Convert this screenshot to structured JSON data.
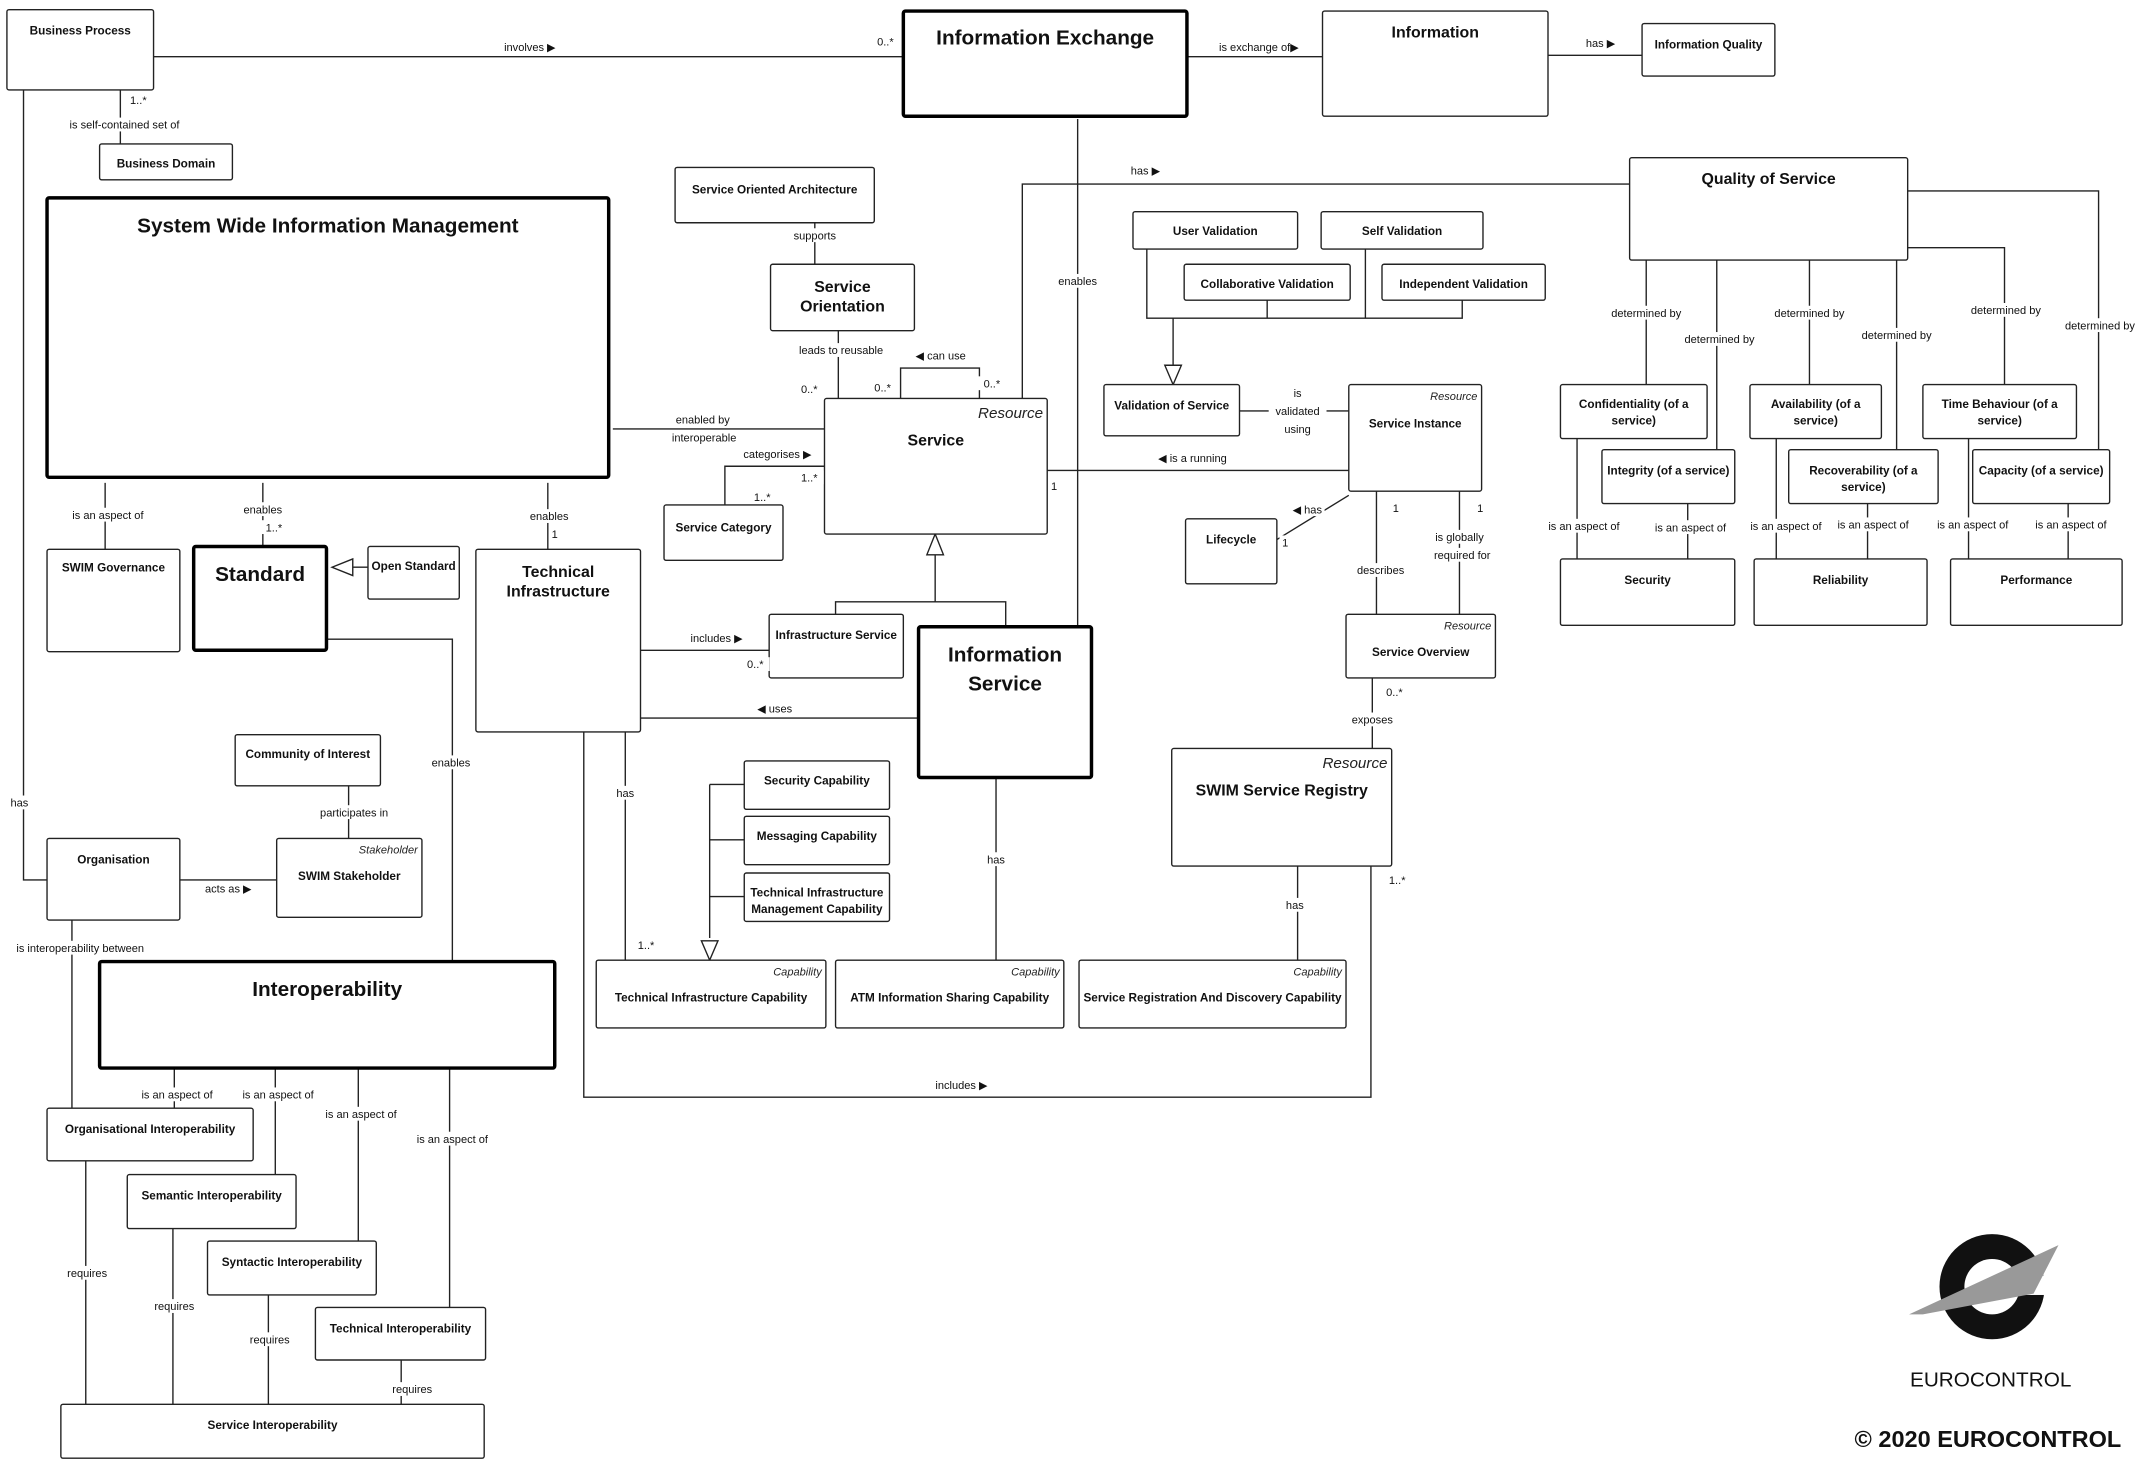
{
  "boxes": {
    "bp": {
      "label": [
        "Business Process"
      ]
    },
    "bd": {
      "label": [
        "Business Domain"
      ]
    },
    "ie": {
      "label": [
        "Information Exchange"
      ]
    },
    "info": {
      "label": [
        "Information"
      ]
    },
    "iq": {
      "label": [
        "Information Quality"
      ]
    },
    "swim": {
      "label": [
        "System Wide Information Management"
      ]
    },
    "soa": {
      "label": [
        "Service Oriented Architecture"
      ]
    },
    "so": {
      "label": [
        "Service",
        "Orientation"
      ]
    },
    "svc": {
      "label": [
        "Service"
      ],
      "stereotype": "Resource"
    },
    "scat": {
      "label": [
        "Service Category"
      ]
    },
    "gov": {
      "label": [
        "SWIM Governance"
      ]
    },
    "std": {
      "label": [
        "Standard"
      ]
    },
    "ostd": {
      "label": [
        "Open Standard"
      ]
    },
    "ti": {
      "label": [
        "Technical",
        "Infrastructure"
      ]
    },
    "infs": {
      "label": [
        "Infrastructure Service"
      ]
    },
    "is": {
      "label": [
        "Information",
        "Service"
      ]
    },
    "qos": {
      "label": [
        "Quality of Service"
      ]
    },
    "uv": {
      "label": [
        "User Validation"
      ]
    },
    "sv": {
      "label": [
        "Self Validation"
      ]
    },
    "cv": {
      "label": [
        "Collaborative Validation"
      ]
    },
    "iv": {
      "label": [
        "Independent Validation"
      ]
    },
    "vos": {
      "label": [
        "Validation of Service"
      ]
    },
    "si": {
      "label": [
        "Service Instance"
      ],
      "stereotype": "Resource"
    },
    "lc": {
      "label": [
        "Lifecycle"
      ]
    },
    "sov": {
      "label": [
        "Service Overview"
      ],
      "stereotype": "Resource"
    },
    "reg": {
      "label": [
        "SWIM Service Registry"
      ],
      "stereotype": "Resource"
    },
    "conf": {
      "label": [
        "Confidentiality (of a",
        "service)"
      ]
    },
    "integ": {
      "label": [
        "Integrity (of a service)"
      ]
    },
    "avail": {
      "label": [
        "Availability (of a",
        "service)"
      ]
    },
    "recov": {
      "label": [
        "Recoverability (of a",
        "service)"
      ]
    },
    "tb": {
      "label": [
        "Time Behaviour (of a",
        "service)"
      ]
    },
    "cap": {
      "label": [
        "Capacity (of a service)"
      ]
    },
    "sec": {
      "label": [
        "Security"
      ]
    },
    "rel": {
      "label": [
        "Reliability"
      ]
    },
    "perf": {
      "label": [
        "Performance"
      ]
    },
    "coi": {
      "label": [
        "Community of Interest"
      ]
    },
    "org": {
      "label": [
        "Organisation"
      ]
    },
    "stk": {
      "label": [
        "SWIM Stakeholder"
      ],
      "stereotype": "Stakeholder"
    },
    "interop": {
      "label": [
        "Interoperability"
      ]
    },
    "seccap": {
      "label": [
        "Security Capability"
      ]
    },
    "msgcap": {
      "label": [
        "Messaging Capability"
      ]
    },
    "timc": {
      "label": [
        "Technical Infrastructure",
        "Management Capability"
      ]
    },
    "tic": {
      "label": [
        "Technical Infrastructure Capability"
      ],
      "stereotype": "Capability"
    },
    "atm": {
      "label": [
        "ATM Information Sharing Capability"
      ],
      "stereotype": "Capability"
    },
    "srd": {
      "label": [
        "Service Registration And Discovery Capability"
      ],
      "stereotype": "Capability"
    },
    "oi": {
      "label": [
        "Organisational Interoperability"
      ]
    },
    "semi": {
      "label": [
        "Semantic Interoperability"
      ]
    },
    "syni": {
      "label": [
        "Syntactic Interoperability"
      ]
    },
    "tei": {
      "label": [
        "Technical Interoperability"
      ]
    },
    "svi": {
      "label": [
        "Service Interoperability"
      ]
    }
  },
  "connector_labels": [
    "involves ▶",
    "0..*",
    "1..*",
    "is self-contained set of",
    "is exchange of▶",
    "has ▶",
    "has ▶",
    "enables",
    "supports",
    "leads to reusable",
    "◀ can use",
    "0..*",
    "0..*",
    "0..*",
    "enabled by",
    "interoperable",
    "categorises ▶",
    "1..*",
    "1..*",
    "1",
    "is",
    "validated",
    "using",
    "◀ is a running",
    "◀ has",
    "1",
    "1",
    "1",
    "is globally",
    "required for",
    "describes",
    "0..*",
    "exposes",
    "1..*",
    "has",
    "is an aspect of",
    "enables",
    "1..*",
    "enables",
    "1",
    "includes ▶",
    "0..*",
    "◀ uses",
    "enables",
    "has",
    "participates in",
    "acts as ▶",
    "is interoperability between",
    "has",
    "1..*",
    "has",
    "includes ▶",
    "is an aspect of",
    "is an aspect of",
    "is an aspect of",
    "is an aspect of",
    "requires",
    "requires",
    "requires",
    "requires",
    "determined by",
    "determined by",
    "determined by",
    "determined by",
    "determined by",
    "determined by",
    "is an aspect of",
    "is an aspect of",
    "is an aspect of",
    "is an aspect of",
    "is an aspect of",
    "is an aspect of"
  ],
  "logo": {
    "text": "EUROCONTROL"
  },
  "copyright": "© 2020 EUROCONTROL"
}
